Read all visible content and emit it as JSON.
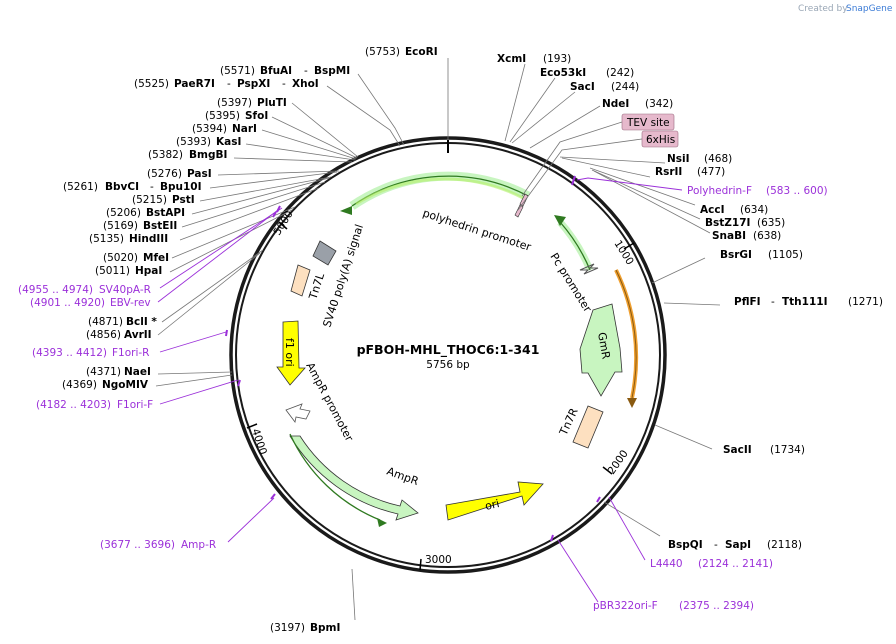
{
  "title": "pFBOH-MHL_THOC6:1-341",
  "length": "5756 bp",
  "brand": {
    "created_by": "Created by",
    "name": "SnapGene"
  },
  "ticks": [
    "1000",
    "2000",
    "3000",
    "4000",
    "5000"
  ],
  "features": {
    "polyhedrin_promoter": "polyhedrin promoter",
    "pc_promoter": "Pc promoter",
    "gmr": "GmR",
    "tn7r": "Tn7R",
    "ori": "ori",
    "ampr": "AmpR",
    "ampr_promoter": "AmpR promoter",
    "f1_ori": "f1 ori",
    "tn7l": "Tn7L",
    "sv40": "SV40 poly(A) signal",
    "tev": "TEV site",
    "his": "6xHis"
  },
  "sites": {
    "ecori": {
      "pos": "(5753)",
      "name": "EcoRI"
    },
    "xcmi": {
      "name": "XcmI",
      "pos": "(193)"
    },
    "eco53ki": {
      "name": "Eco53kI",
      "pos": "(242)"
    },
    "saci": {
      "name": "SacI",
      "pos": "(244)"
    },
    "ndei": {
      "name": "NdeI",
      "pos": "(342)"
    },
    "nsii": {
      "name": "NsiI",
      "pos": "(468)"
    },
    "rsrii": {
      "name": "RsrII",
      "pos": "(477)"
    },
    "acci": {
      "name": "AccI",
      "pos": "(634)"
    },
    "bstz17i": {
      "name": "BstZ17I",
      "pos": "(635)"
    },
    "snabi": {
      "name": "SnaBI",
      "pos": "(638)"
    },
    "bsrgi": {
      "name": "BsrGI",
      "pos": "(1105)"
    },
    "pflfi": {
      "name": "PflFI",
      "sep": "-",
      "name2": "Tth111I",
      "pos": "(1271)"
    },
    "sacii": {
      "name": "SacII",
      "pos": "(1734)"
    },
    "bspqi": {
      "name": "BspQI",
      "sep": "-",
      "name2": "SapI",
      "pos": "(2118)"
    },
    "bpmi": {
      "pos": "(3197)",
      "name": "BpmI"
    },
    "bfuai": {
      "pos": "(5571)",
      "name": "BfuAI",
      "sep": "-",
      "name2": "BspMI"
    },
    "paer7i": {
      "pos": "(5525)",
      "name": "PaeR7I",
      "sep": "-",
      "name2": "PspXI",
      "sep2": "-",
      "name3": "XhoI"
    },
    "pluti": {
      "pos": "(5397)",
      "name": "PluTI"
    },
    "sfoi": {
      "pos": "(5395)",
      "name": "SfoI"
    },
    "nari": {
      "pos": "(5394)",
      "name": "NarI"
    },
    "kasi": {
      "pos": "(5393)",
      "name": "KasI"
    },
    "bmgbi": {
      "pos": "(5382)",
      "name": "BmgBI"
    },
    "pasi": {
      "pos": "(5276)",
      "name": "PasI"
    },
    "bbvci": {
      "pos": "(5261)",
      "name": "BbvCI",
      "sep": "-",
      "name2": "Bpu10I"
    },
    "psti": {
      "pos": "(5215)",
      "name": "PstI"
    },
    "bstapi": {
      "pos": "(5206)",
      "name": "BstAPI"
    },
    "bsteii": {
      "pos": "(5169)",
      "name": "BstEII"
    },
    "hindiii": {
      "pos": "(5135)",
      "name": "HindIII"
    },
    "mfei": {
      "pos": "(5020)",
      "name": "MfeI"
    },
    "hpai": {
      "pos": "(5011)",
      "name": "HpaI"
    },
    "bcli": {
      "pos": "(4871)",
      "name": "BclI *"
    },
    "avrii": {
      "pos": "(4856)",
      "name": "AvrII"
    },
    "naei": {
      "pos": "(4371)",
      "name": "NaeI"
    },
    "ngomiv": {
      "pos": "(4369)",
      "name": "NgoMIV"
    }
  },
  "primers": {
    "polyhedrin_f": {
      "name": "Polyhedrin-F",
      "range": "(583 .. 600)"
    },
    "l4440": {
      "name": "L4440",
      "range": "(2124 .. 2141)"
    },
    "pbr322": {
      "name": "pBR322ori-F",
      "range": "(2375 .. 2394)"
    },
    "ampr": {
      "range": "(3677 .. 3696)",
      "name": "Amp-R"
    },
    "f1ori_f": {
      "range": "(4182 .. 4203)",
      "name": "F1ori-F"
    },
    "f1ori_r": {
      "range": "(4393 .. 4412)",
      "name": "F1ori-R"
    },
    "ebv_rev": {
      "range": "(4901 .. 4920)",
      "name": "EBV-rev"
    },
    "sv40pa_r": {
      "range": "(4955 .. 4974)",
      "name": "SV40pA-R"
    }
  },
  "colors": {
    "primer": "#9b30d9",
    "orf_green": "#c8f5c0",
    "orf_yellow": "#ffff00",
    "tag_pink": "#e6b9cc",
    "tn7": "#fde0c0",
    "orange": "#f0a030"
  }
}
